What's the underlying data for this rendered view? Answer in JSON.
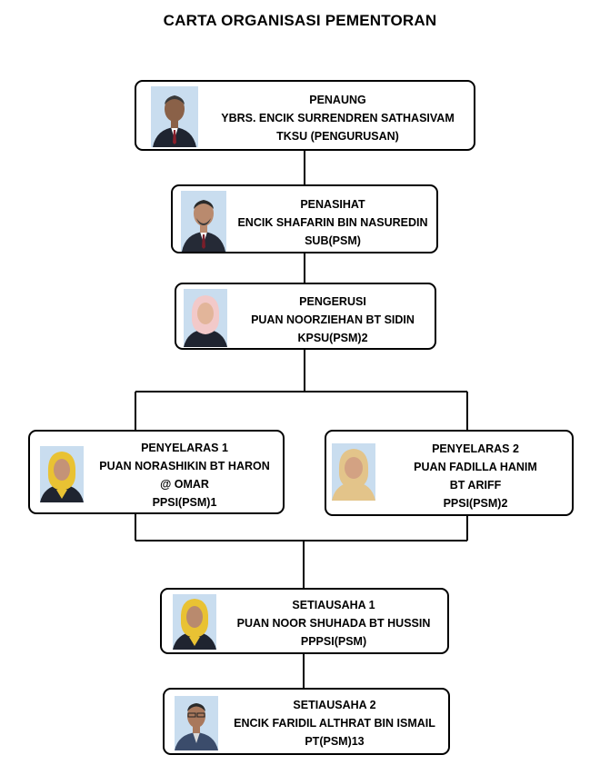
{
  "title": "CARTA ORGANISASI PEMENTORAN",
  "nodes": {
    "penaung": {
      "role": "PENAUNG",
      "name": "YBRS. ENCIK SURRENDREN SATHASIVAM",
      "post": "TKSU (PENGURUSAN)"
    },
    "penasihat": {
      "role": "PENASIHAT",
      "name": "ENCIK SHAFARIN BIN NASUREDIN",
      "post": "SUB(PSM)"
    },
    "pengerusi": {
      "role": "PENGERUSI",
      "name": "PUAN NOORZIEHAN BT SIDIN",
      "post": "KPSU(PSM)2"
    },
    "penyelaras1": {
      "role": "PENYELARAS 1",
      "name1": "PUAN NORASHIKIN BT HARON",
      "name2": "@ OMAR",
      "post": "PPSI(PSM)1"
    },
    "penyelaras2": {
      "role": "PENYELARAS 2",
      "name1": "PUAN FADILLA HANIM",
      "name2": "BT ARIFF",
      "post": "PPSI(PSM)2"
    },
    "setiausaha1": {
      "role": "SETIAUSAHA 1",
      "name": "PUAN NOOR SHUHADA BT HUSSIN",
      "post": "PPPSI(PSM)"
    },
    "setiausaha2": {
      "role": "SETIAUSAHA 2",
      "name": "ENCIK FARIDIL ALTHRAT BIN ISMAIL",
      "post": "PT(PSM)13"
    }
  },
  "photos": {
    "penaung": "man-portrait-icon",
    "penasihat": "man-portrait-icon",
    "pengerusi": "woman-hijab-portrait-icon",
    "penyelaras1": "woman-hijab-portrait-icon",
    "penyelaras2": "woman-hijab-portrait-icon",
    "setiausaha1": "woman-hijab-portrait-icon",
    "setiausaha2": "man-portrait-icon"
  },
  "colors": {
    "line": "#000000",
    "photo_bg": "#c9ddef",
    "suit_dark": "#1f2430",
    "skin": "#b98a6e",
    "hijab_pink": "#f2c9c9",
    "hijab_yellow": "#e9c233",
    "hijab_cream": "#e3c48a"
  }
}
